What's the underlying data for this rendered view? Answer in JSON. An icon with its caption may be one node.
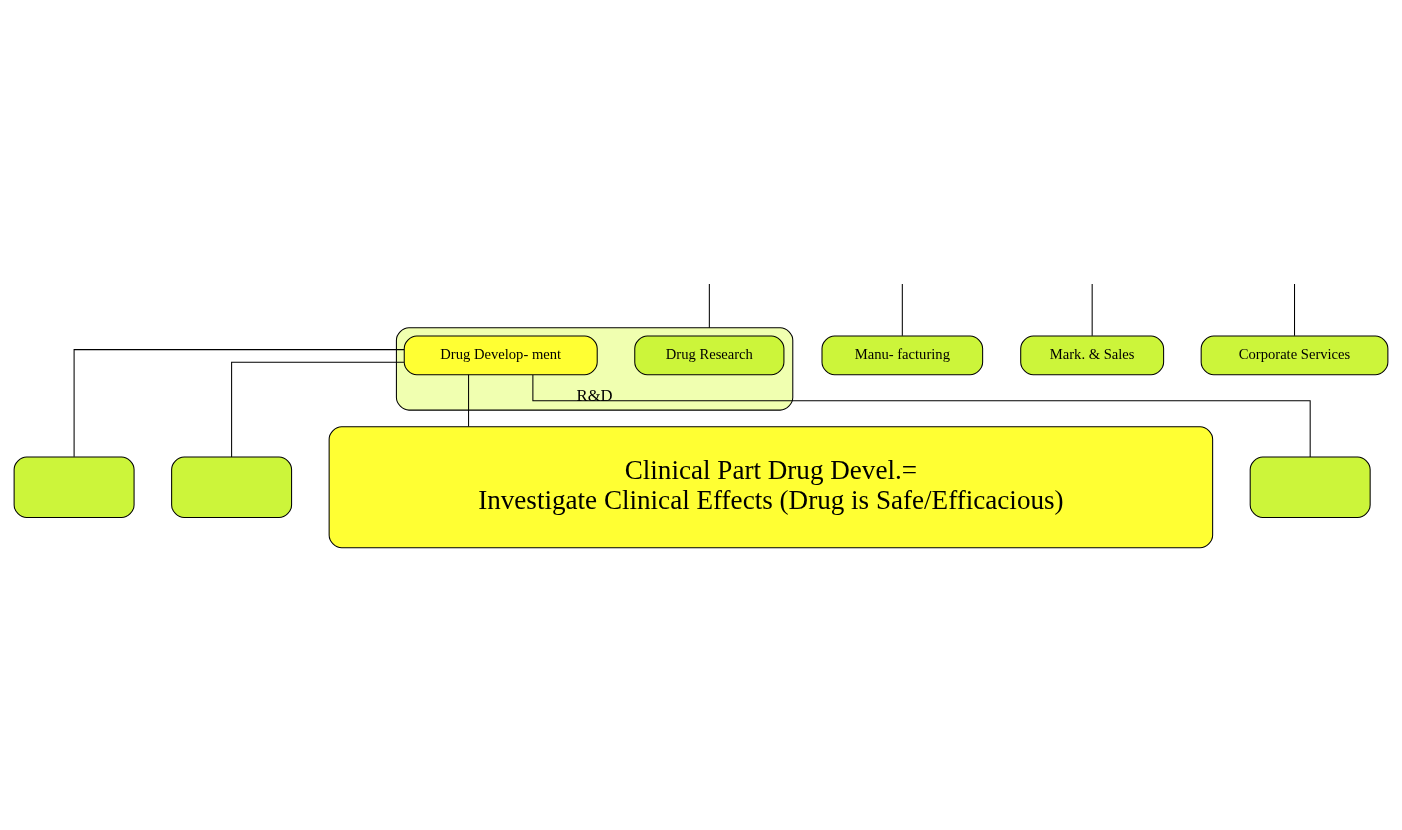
{
  "diagram": {
    "nodes": [
      {
        "text": [
          "R&D"
        ]
      },
      {
        "text": [
          "Drug Research"
        ],
        "in": 0
      },
      {
        "text": [
          "Drug Develop- ment"
        ],
        "in": 0
      },
      {
        "text": [
          "Manu- facturing"
        ]
      },
      {
        "text": [
          "Mark. & Sales"
        ]
      },
      {
        "text": [
          "Corporate Services"
        ]
      },
      {
        "text": [],
        "shape": "box"
      },
      {
        "text": [],
        "shape": "box"
      },
      {
        "text": [
          "Clinical Part Drug Devel.=",
          "Investigate Clinical Effects (Drug is Safe/Efficacious)"
        ]
      },
      {
        "text": [],
        "shape": "box"
      }
    ],
    "edges": [
      {
        "from": null,
        "to": 0,
        "arrow": "none"
      },
      {
        "from": null,
        "to": 3,
        "arrow": "none"
      },
      {
        "from": null,
        "to": 4,
        "arrow": "none"
      },
      {
        "from": null,
        "to": 5,
        "arrow": "none"
      },
      {
        "from": 2,
        "to": 6,
        "arrow": "none"
      },
      {
        "from": 2,
        "to": 7,
        "arrow": "none"
      },
      {
        "from": 2,
        "to": 8,
        "arrow": "none"
      },
      {
        "from": 2,
        "to": 9,
        "arrow": "none"
      }
    ]
  }
}
